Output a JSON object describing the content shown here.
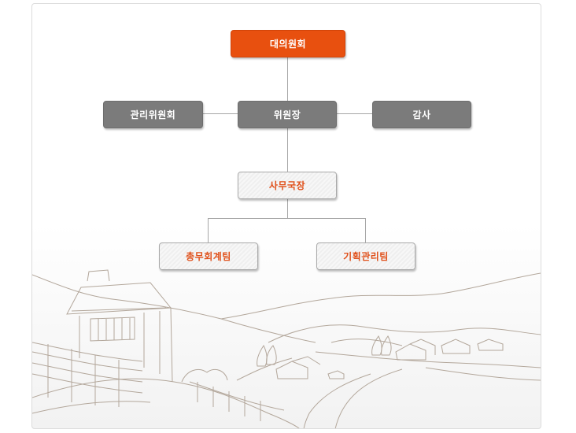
{
  "org_chart": {
    "top": "대의원회",
    "side_left": "관리위원회",
    "center": "위원장",
    "side_right": "감사",
    "secretariat": "사무국장",
    "team_left": "총무회계팀",
    "team_right": "기획관리팀"
  },
  "colors": {
    "accent": "#e8500f",
    "gray_box": "#7b7b7b",
    "light_text": "#e0501a",
    "connector": "#a6a6a6"
  }
}
